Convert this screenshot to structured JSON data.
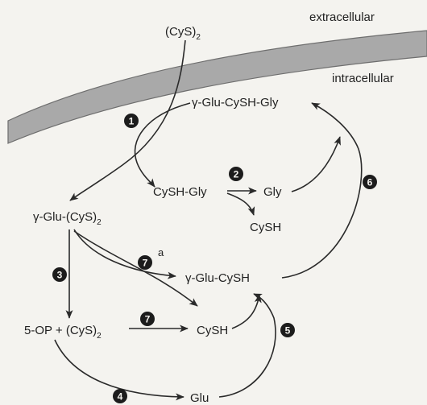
{
  "membrane": {
    "extracellular_label": "extracellular",
    "intracellular_label": "intracellular"
  },
  "nodes": {
    "cystine_outside": {
      "main": "(CyS)",
      "sub": "2"
    },
    "glutathione": "γ-Glu-CySH-Gly",
    "cysgly": "CySH-Gly",
    "gly": "Gly",
    "cysh_from_cysgly": "CySH",
    "gglu_cystine": {
      "main": "γ-Glu-(CyS)",
      "sub": "2"
    },
    "gglu_cysh": "γ-Glu-CySH",
    "oxoproline_cystine": {
      "main": "5-OP + (CyS)",
      "sub": "2"
    },
    "cysh": "CySH",
    "glu": "Glu"
  },
  "steps": {
    "s1": "1",
    "s2": "2",
    "s3": "3",
    "s4": "4",
    "s5": "5",
    "s6": "6",
    "s7a": "7",
    "s7b": "7",
    "note_a": "a"
  },
  "colors": {
    "background": "#f4f3ef",
    "membrane": "#a9a9a9",
    "ink": "#222222"
  }
}
